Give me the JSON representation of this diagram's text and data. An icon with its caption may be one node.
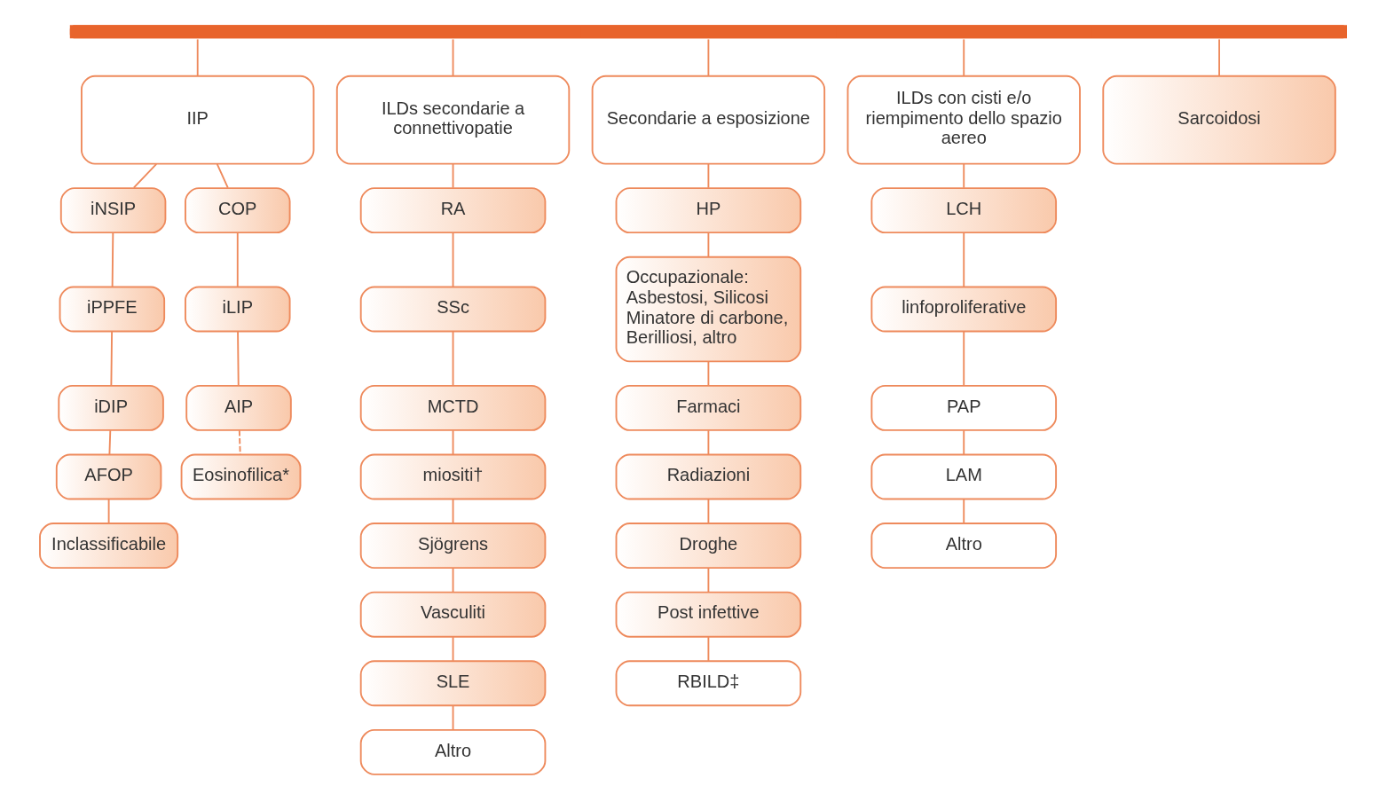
{
  "diagram": {
    "nodes": [
      {
        "text": [],
        "shape": "bar"
      },
      {
        "text": [
          "IIP"
        ]
      },
      {
        "text": [
          "ILDs secondarie a connettivopatie"
        ]
      },
      {
        "text": [
          "Secondarie a esposizione"
        ]
      },
      {
        "text": [
          "ILDs con cisti e/o riempimento dello spazio aereo"
        ]
      },
      {
        "text": [
          "Sarcoidosi"
        ]
      },
      {
        "text": [
          "iNSIP"
        ]
      },
      {
        "text": [
          "COP"
        ]
      },
      {
        "text": [
          "iPPFE"
        ]
      },
      {
        "text": [
          "iLIP"
        ]
      },
      {
        "text": [
          "iDIP"
        ]
      },
      {
        "text": [
          "AIP"
        ]
      },
      {
        "text": [
          "AFOP"
        ]
      },
      {
        "text": [
          "Inclassificabile"
        ]
      },
      {
        "text": [
          "Eosinofilica*"
        ]
      },
      {
        "text": [
          "RA"
        ]
      },
      {
        "text": [
          "SSc"
        ]
      },
      {
        "text": [
          "MCTD"
        ]
      },
      {
        "text": [
          "miositi†"
        ]
      },
      {
        "text": [
          "Sjögrens"
        ]
      },
      {
        "text": [
          "Vasculiti"
        ]
      },
      {
        "text": [
          "SLE"
        ]
      },
      {
        "text": [
          "Altro"
        ]
      },
      {
        "text": [
          "HP"
        ]
      },
      {
        "text": [
          "Occupazionale: Asbestosi, Silicosi Minatore di carbone, Berilliosi, altro"
        ]
      },
      {
        "text": [
          "Farmaci"
        ]
      },
      {
        "text": [
          "Radiazioni"
        ]
      },
      {
        "text": [
          "Droghe"
        ]
      },
      {
        "text": [
          "Post infettive"
        ]
      },
      {
        "text": [
          "RBILD‡"
        ]
      },
      {
        "text": [
          "LCH"
        ]
      },
      {
        "text": [
          "linfoproliferative"
        ]
      },
      {
        "text": [
          "PAP"
        ]
      },
      {
        "text": [
          "LAM"
        ]
      },
      {
        "text": [
          "Altro"
        ]
      }
    ],
    "edges": [
      {
        "from": 0,
        "to": 1,
        "arrow": "none"
      },
      {
        "from": 0,
        "to": 2,
        "arrow": "none"
      },
      {
        "from": 0,
        "to": 3,
        "arrow": "none"
      },
      {
        "from": 0,
        "to": 4,
        "arrow": "none"
      },
      {
        "from": 0,
        "to": 5,
        "arrow": "none"
      },
      {
        "from": 1,
        "to": 6,
        "arrow": "none"
      },
      {
        "from": 1,
        "to": 7,
        "arrow": "none"
      },
      {
        "from": 6,
        "to": 8,
        "arrow": "none"
      },
      {
        "from": 8,
        "to": 10,
        "arrow": "none"
      },
      {
        "from": 10,
        "to": 12,
        "arrow": "none"
      },
      {
        "from": 12,
        "to": 13,
        "arrow": "none"
      },
      {
        "from": 7,
        "to": 9,
        "arrow": "none"
      },
      {
        "from": 9,
        "to": 11,
        "arrow": "none"
      },
      {
        "from": 11,
        "to": 14,
        "arrow": "none",
        "style": "dashed"
      },
      {
        "from": 2,
        "to": 15,
        "arrow": "none"
      },
      {
        "from": 15,
        "to": 16,
        "arrow": "none"
      },
      {
        "from": 16,
        "to": 17,
        "arrow": "none"
      },
      {
        "from": 17,
        "to": 18,
        "arrow": "none"
      },
      {
        "from": 18,
        "to": 19,
        "arrow": "none"
      },
      {
        "from": 19,
        "to": 20,
        "arrow": "none"
      },
      {
        "from": 20,
        "to": 21,
        "arrow": "none"
      },
      {
        "from": 21,
        "to": 22,
        "arrow": "none"
      },
      {
        "from": 3,
        "to": 23,
        "arrow": "none"
      },
      {
        "from": 23,
        "to": 24,
        "arrow": "none"
      },
      {
        "from": 24,
        "to": 25,
        "arrow": "none"
      },
      {
        "from": 25,
        "to": 26,
        "arrow": "none"
      },
      {
        "from": 26,
        "to": 27,
        "arrow": "none"
      },
      {
        "from": 27,
        "to": 28,
        "arrow": "none"
      },
      {
        "from": 28,
        "to": 29,
        "arrow": "none"
      },
      {
        "from": 4,
        "to": 30,
        "arrow": "none"
      },
      {
        "from": 30,
        "to": 31,
        "arrow": "none"
      },
      {
        "from": 31,
        "to": 32,
        "arrow": "none"
      },
      {
        "from": 32,
        "to": 33,
        "arrow": "none"
      },
      {
        "from": 33,
        "to": 34,
        "arrow": "none"
      }
    ]
  }
}
